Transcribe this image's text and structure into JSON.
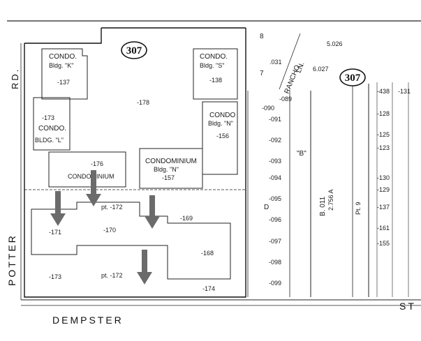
{
  "streets": {
    "potter": "POTTER",
    "rd": "RD.",
    "dempster": "DEMPSTER",
    "rancho": "RANCHO",
    "ln": "LN.",
    "st": "ST"
  },
  "highway_shields": [
    "307",
    "307"
  ],
  "buildings": {
    "bldg_k": {
      "line1": "CONDO.",
      "line2": "Bldg. \"K\"",
      "pin": "-137"
    },
    "bldg_s": {
      "line1": "CONDO.",
      "line2": "Bldg. \"S\"",
      "pin": "-138"
    },
    "bldg_l": {
      "line1": "CONDO.",
      "line2": "BLDG. \"L\"",
      "pin": "-173"
    },
    "bldg_n_upper": {
      "line1": "CONDO",
      "line2": "Bldg. \"N\"",
      "pin": "-156"
    },
    "bldg_n": {
      "line1": "CONDOMINIUM",
      "line2": "Bldg. \"N\"",
      "pin": "-157"
    },
    "bldg_m": {
      "line1": "CONDOMINIUM",
      "pin": "-176"
    }
  },
  "parcels": {
    "p178": "-178",
    "p172a": "pt. -172",
    "p171": "-171",
    "p170": "-170",
    "p169": "-169",
    "p168": "-168",
    "p173": "-173",
    "p172b": "pt. -172",
    "p174": "-174",
    "block_b": "\"B\"",
    "block_d": "D"
  },
  "lots_column": [
    "-089",
    "-090",
    "-091",
    "-092",
    "-093",
    "-094",
    "-095",
    "-096",
    "-097",
    "-098",
    "-099"
  ],
  "right_lots": [
    "-438",
    "-131",
    "-128",
    "-125",
    "-123",
    "-130",
    "-129",
    "-137",
    "-161",
    "-155"
  ],
  "misc_labels": {
    "lot_026": "5.026",
    "lot_027": "6.027",
    "lot_031": ".031",
    "lot_7": "7",
    "lot_8": "8",
    "vertical_b011": "B. 011",
    "vertical_area": "2.756 A",
    "vertical_pt9": "Pt. 9"
  },
  "arrows_color": "#6b6b6b"
}
